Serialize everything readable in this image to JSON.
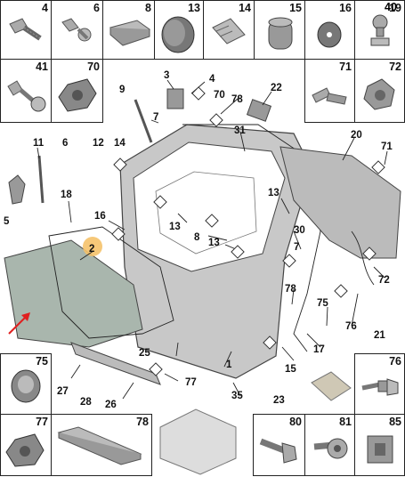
{
  "grid_top": [
    "4",
    "6",
    "8",
    "13",
    "14",
    "15",
    "16",
    "19",
    "40"
  ],
  "grid_row2_left": [
    "41",
    "70"
  ],
  "grid_row2_right": [
    "71",
    "72"
  ],
  "grid_bottom_left": [
    "75",
    "77",
    "78"
  ],
  "grid_bottom_right": [
    "76",
    "80",
    "81",
    "85"
  ],
  "callouts": {
    "c1": "1",
    "c2": "2",
    "c3": "3",
    "c4": "4",
    "c5": "5",
    "c6": "6",
    "c7": "7",
    "c7b": "7",
    "c8": "8",
    "c9": "9",
    "c11": "11",
    "c12": "12",
    "c13": "13",
    "c13b": "13",
    "c13c": "13",
    "c14": "14",
    "c15": "15",
    "c16": "16",
    "c17": "17",
    "c18": "18",
    "c20": "20",
    "c21": "21",
    "c22": "22",
    "c23": "23",
    "c25": "25",
    "c26": "26",
    "c27": "27",
    "c28": "28",
    "c30": "30",
    "c31": "31",
    "c35": "35",
    "c70": "70",
    "c71": "71",
    "c72": "72",
    "c75": "75",
    "c76": "76",
    "c77": "77",
    "c78": "78",
    "c78b": "78"
  }
}
